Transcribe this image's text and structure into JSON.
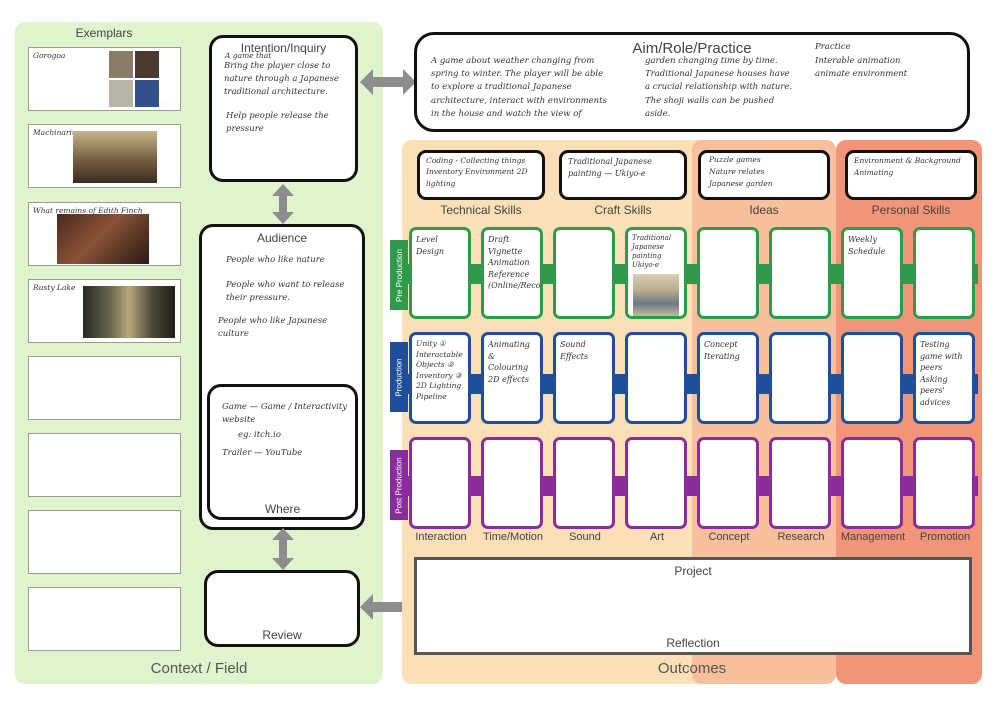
{
  "colors": {
    "context_panel": "#dff4cd",
    "outcomes_panel": "#fbdfb7",
    "ideas_zone": "#f7bf9c",
    "personal_zone": "#f29478",
    "pre_production": "#2e9a4a",
    "production": "#1d4f9a",
    "post_production": "#8a2c9e",
    "arrow": "#8d8d8d"
  },
  "context": {
    "title": "Context / Field",
    "exemplars_title": "Exemplars",
    "exemplars": [
      {
        "label": "Gorogoa"
      },
      {
        "label": "Machinarium"
      },
      {
        "label": "What remains of Edith Finch"
      },
      {
        "label": "Rusty Lake"
      },
      {
        "label": ""
      },
      {
        "label": ""
      },
      {
        "label": ""
      },
      {
        "label": ""
      }
    ],
    "intention": {
      "title": "Intention/Inquiry",
      "note_a": "A game that",
      "text": "Bring the player close to nature through a Japanese traditional architecture.",
      "text2": "Help people release the pressure"
    },
    "audience": {
      "title": "Audience",
      "lines": [
        "People who like nature",
        "People who want to release their pressure.",
        "People who like Japanese culture"
      ]
    },
    "where": {
      "title": "Where",
      "lines": [
        "Game — Game / Interactivity website",
        "eg: itch.io",
        "Trailer — YouTube"
      ]
    },
    "review": {
      "title": "Review"
    }
  },
  "aim": {
    "title": "Aim/Role/Practice",
    "text_left": "A game about weather changing from spring to winter. The player will be able to explore a traditional Japanese architecture, interact with environments in the house and watch the view of",
    "text_mid": "garden changing time by time. Traditional Japanese houses have a crucial relationship with nature. The shoji walls can be pushed aside.",
    "text_right_title": "Practice",
    "text_right": "Interable animation animate environment"
  },
  "skills": {
    "technical": {
      "label": "Technical Skills",
      "text": "Coding - Collecting things Inventory Environment 2D lighting"
    },
    "craft": {
      "label": "Craft Skills",
      "text": "Traditional Japanese painting — Ukiyo-e"
    },
    "ideas": {
      "label": "Ideas",
      "lines": [
        "Puzzle games",
        "Nature relates",
        "Japanese garden"
      ]
    },
    "personal": {
      "label": "Personal Skills",
      "text": "Environment & Background Animating"
    }
  },
  "stages": {
    "pre": "Pre Production",
    "production": "Production",
    "post": "Post Production"
  },
  "columns": [
    "Interaction",
    "Time/Motion",
    "Sound",
    "Art",
    "Concept",
    "Research",
    "Management",
    "Promotion"
  ],
  "cards": {
    "pre": [
      "Level Design",
      "Draft Vignette  Animation Reference (Online/Recorded)",
      "",
      "Traditional Japanese painting Ukiyo-e",
      "",
      "",
      "Weekly Schedule",
      ""
    ],
    "production": [
      "Unity ① Interactable Objects ② Inventory ③ 2D Lighting Pipeline",
      "Animating & Colouring  2D effects",
      "Sound Effects",
      "",
      "Concept Iterating",
      "",
      "",
      "Testing game with peers  Asking peers' advices"
    ],
    "post": [
      "",
      "",
      "",
      "",
      "",
      "",
      "",
      ""
    ]
  },
  "outcomes": {
    "title": "Outcomes",
    "project": "Project",
    "reflection": "Reflection"
  }
}
